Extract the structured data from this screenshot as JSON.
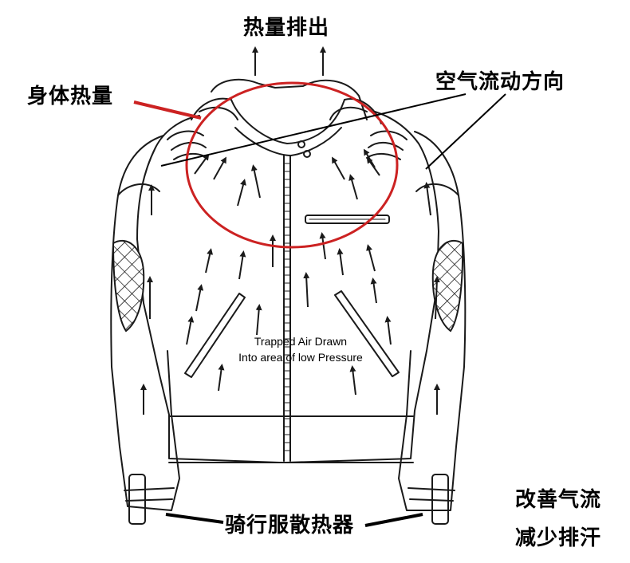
{
  "labels": {
    "heat_exhaust": "热量排出",
    "body_heat": "身体热量",
    "airflow_direction": "空气流动方向",
    "trapped_air_line1": "Trapped Air Drawn",
    "trapped_air_line2": "Into area of low Pressure",
    "vent_name": "骑行服散热器",
    "benefit_line1": "改善气流",
    "benefit_line2": "减少排汗"
  },
  "colors": {
    "outline": "#1a1a1a",
    "highlight_ring": "#cc2222",
    "body_heat_pointer": "#cc2222",
    "text": "#000000"
  },
  "icons": {
    "arrow": "up-arrow-icon",
    "quilted_patch": "diamond-quilt-pattern"
  }
}
